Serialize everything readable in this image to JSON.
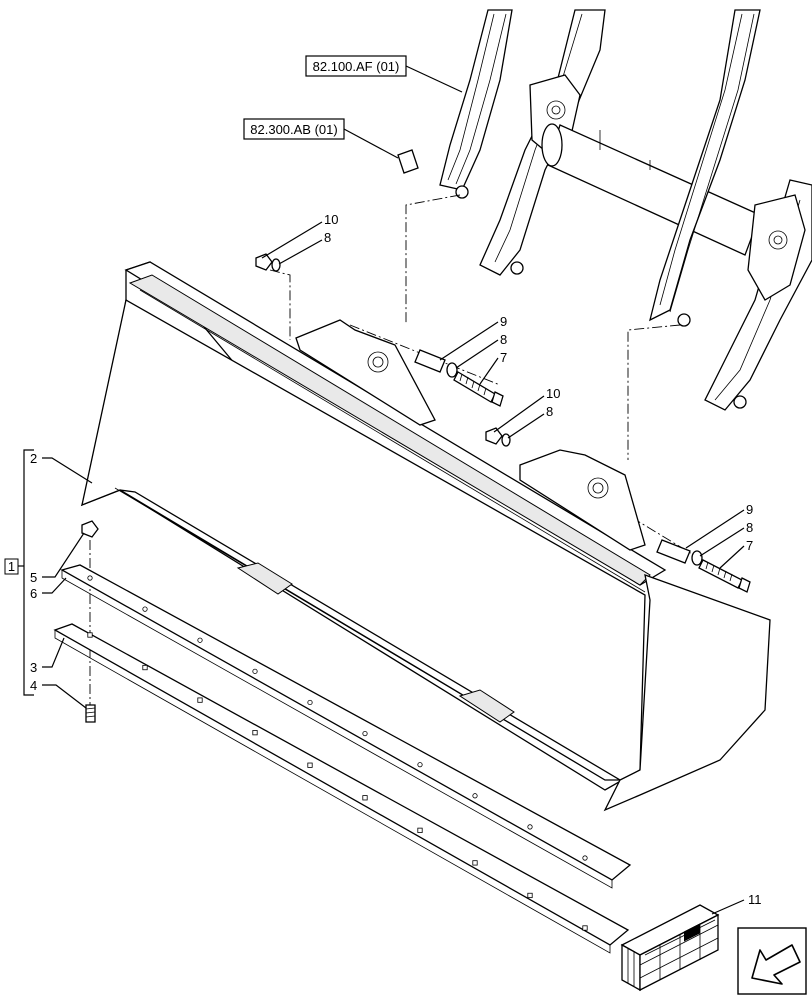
{
  "references": [
    {
      "id": "ref-82-100-af",
      "label": "82.100.AF (01)"
    },
    {
      "id": "ref-82-300-ab",
      "label": "82.300.AB (01)"
    }
  ],
  "group_label": "1",
  "callouts": {
    "c2": "2",
    "c3": "3",
    "c4": "4",
    "c5": "5",
    "c6": "6",
    "c7a": "7",
    "c7b": "7",
    "c8a": "8",
    "c8b": "8",
    "c8c": "8",
    "c8d": "8",
    "c9a": "9",
    "c9b": "9",
    "c10a": "10",
    "c10b": "10",
    "c11": "11"
  },
  "icons": {
    "nav": "arrow-left-down-icon",
    "kit": "crate-icon"
  }
}
